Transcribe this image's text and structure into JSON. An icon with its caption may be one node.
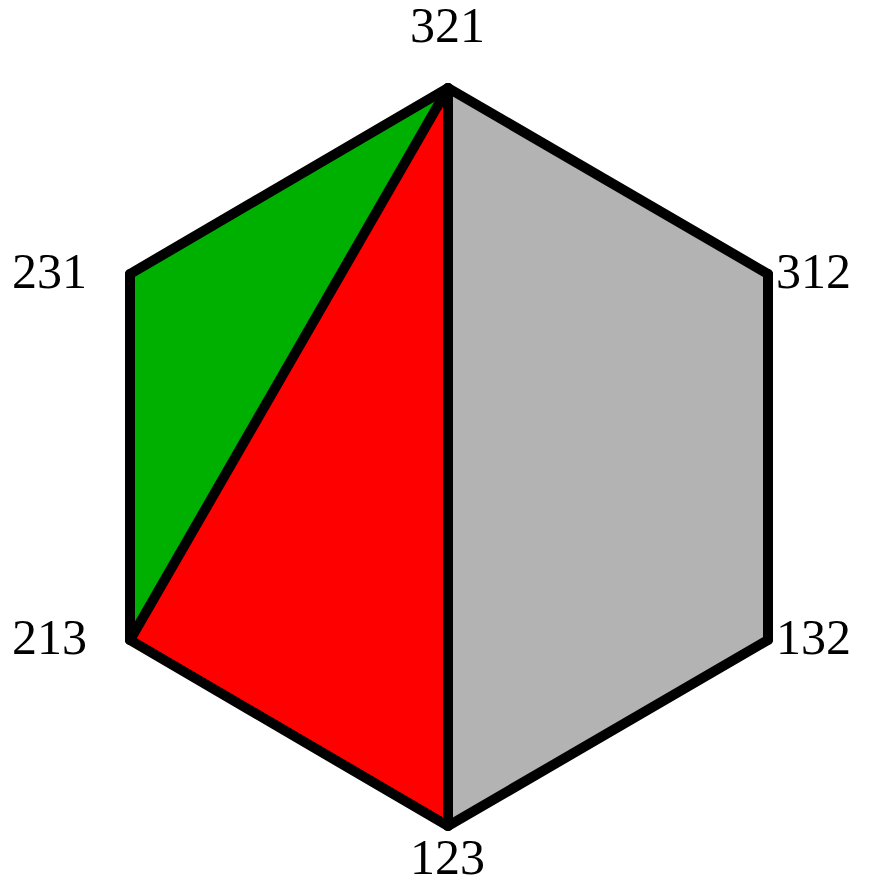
{
  "diagram": {
    "nodes": [
      {
        "text": [
          "321"
        ]
      },
      {
        "text": [
          "231"
        ]
      },
      {
        "text": [
          "312"
        ]
      },
      {
        "text": [
          "213"
        ]
      },
      {
        "text": [
          "132"
        ]
      },
      {
        "text": [
          "123"
        ]
      }
    ],
    "edges": [
      {
        "from": 0,
        "to": 1,
        "arrow": "none"
      },
      {
        "from": 0,
        "to": 2,
        "arrow": "none"
      },
      {
        "from": 1,
        "to": 3,
        "arrow": "none"
      },
      {
        "from": 2,
        "to": 4,
        "arrow": "none"
      },
      {
        "from": 3,
        "to": 5,
        "arrow": "none"
      },
      {
        "from": 4,
        "to": 5,
        "arrow": "none"
      },
      {
        "from": 0,
        "to": 3,
        "arrow": "none"
      },
      {
        "from": 0,
        "to": 5,
        "arrow": "none"
      }
    ]
  }
}
